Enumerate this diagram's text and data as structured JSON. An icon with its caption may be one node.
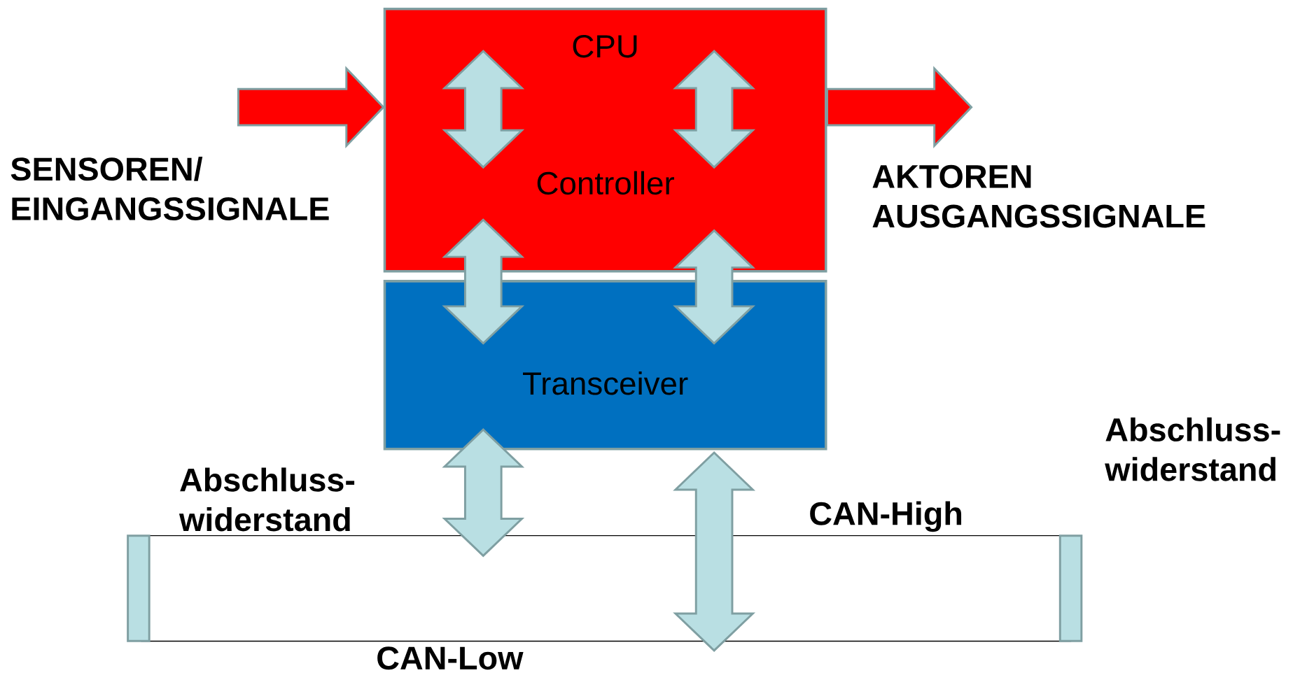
{
  "diagram": {
    "nodes": [
      {
        "text": [
          "CPU",
          "Controller"
        ]
      },
      {
        "text": [
          "Transceiver"
        ]
      },
      {
        "text": [
          "CAN-High"
        ]
      },
      {
        "text": [
          "CAN-Low"
        ]
      },
      {
        "text": [
          "Abschluss- widerstand"
        ]
      },
      {
        "text": [
          "Abschluss- widerstand"
        ]
      }
    ],
    "edges": [
      {
        "from": null,
        "to": 0,
        "arrow": "to",
        "color": "#ff0000"
      },
      {
        "from": 0,
        "to": null,
        "arrow": "to",
        "color": "#ff0000"
      },
      {
        "from": 0,
        "to": 1,
        "arrow": "both"
      },
      {
        "from": 0,
        "to": 1,
        "arrow": "both"
      },
      {
        "from": 1,
        "to": 2,
        "arrow": "both"
      },
      {
        "from": 1,
        "to": 3,
        "arrow": "both"
      }
    ],
    "labels": [
      "SENSOREN/ EINGANGSSIGNALE",
      "AKTOREN AUSGANGSSIGNALE"
    ]
  }
}
